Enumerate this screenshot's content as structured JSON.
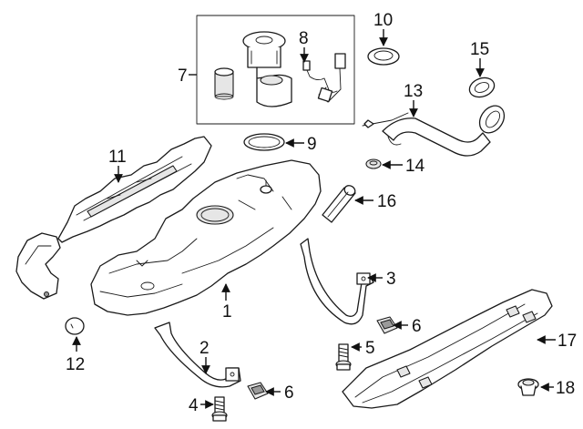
{
  "diagram": {
    "callouts": [
      {
        "id": "c1",
        "text": "1"
      },
      {
        "id": "c2",
        "text": "2"
      },
      {
        "id": "c3",
        "text": "3"
      },
      {
        "id": "c4",
        "text": "4"
      },
      {
        "id": "c5",
        "text": "5"
      },
      {
        "id": "c6a",
        "text": "6"
      },
      {
        "id": "c6b",
        "text": "6"
      },
      {
        "id": "c7",
        "text": "7"
      },
      {
        "id": "c8",
        "text": "8"
      },
      {
        "id": "c9",
        "text": "9"
      },
      {
        "id": "c10",
        "text": "10"
      },
      {
        "id": "c11",
        "text": "11"
      },
      {
        "id": "c12",
        "text": "12"
      },
      {
        "id": "c13",
        "text": "13"
      },
      {
        "id": "c14",
        "text": "14"
      },
      {
        "id": "c15",
        "text": "15"
      },
      {
        "id": "c16",
        "text": "16"
      },
      {
        "id": "c17",
        "text": "17"
      },
      {
        "id": "c18",
        "text": "18"
      }
    ]
  },
  "colors": {
    "line": "#1a1a1a",
    "shade": "#e6e6e6",
    "background": "#ffffff"
  }
}
